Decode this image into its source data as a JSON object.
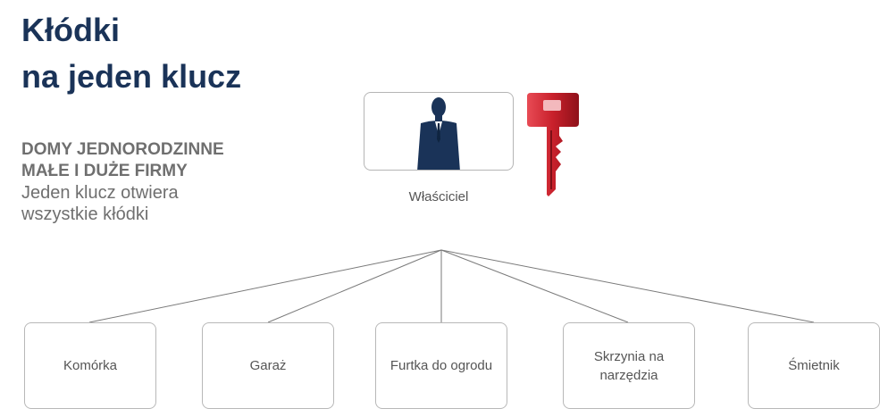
{
  "heading": {
    "line1": "Kłódki",
    "line2": "na jeden klucz"
  },
  "subtitle": {
    "bold1": "DOMY JEDNORODZINNE",
    "bold2": "MAŁE I DUŻE FIRMY",
    "line3": "Jeden klucz otwiera",
    "line4": "wszystkie kłódki"
  },
  "owner": {
    "label": "Właściciel",
    "icon": "businessman-silhouette-icon"
  },
  "key": {
    "icon": "red-key-icon",
    "color": "#c8202b"
  },
  "colors": {
    "heading": "#1a3358",
    "subtitle": "#6f6f6f",
    "lines": "#7a7a7a",
    "border": "#b8b8b8"
  },
  "locks": [
    {
      "label": "Komórka"
    },
    {
      "label": "Garaż"
    },
    {
      "label": "Furtka do ogrodu"
    },
    {
      "label": "Skrzynia na narzędzia"
    },
    {
      "label": "Śmietnik"
    }
  ]
}
